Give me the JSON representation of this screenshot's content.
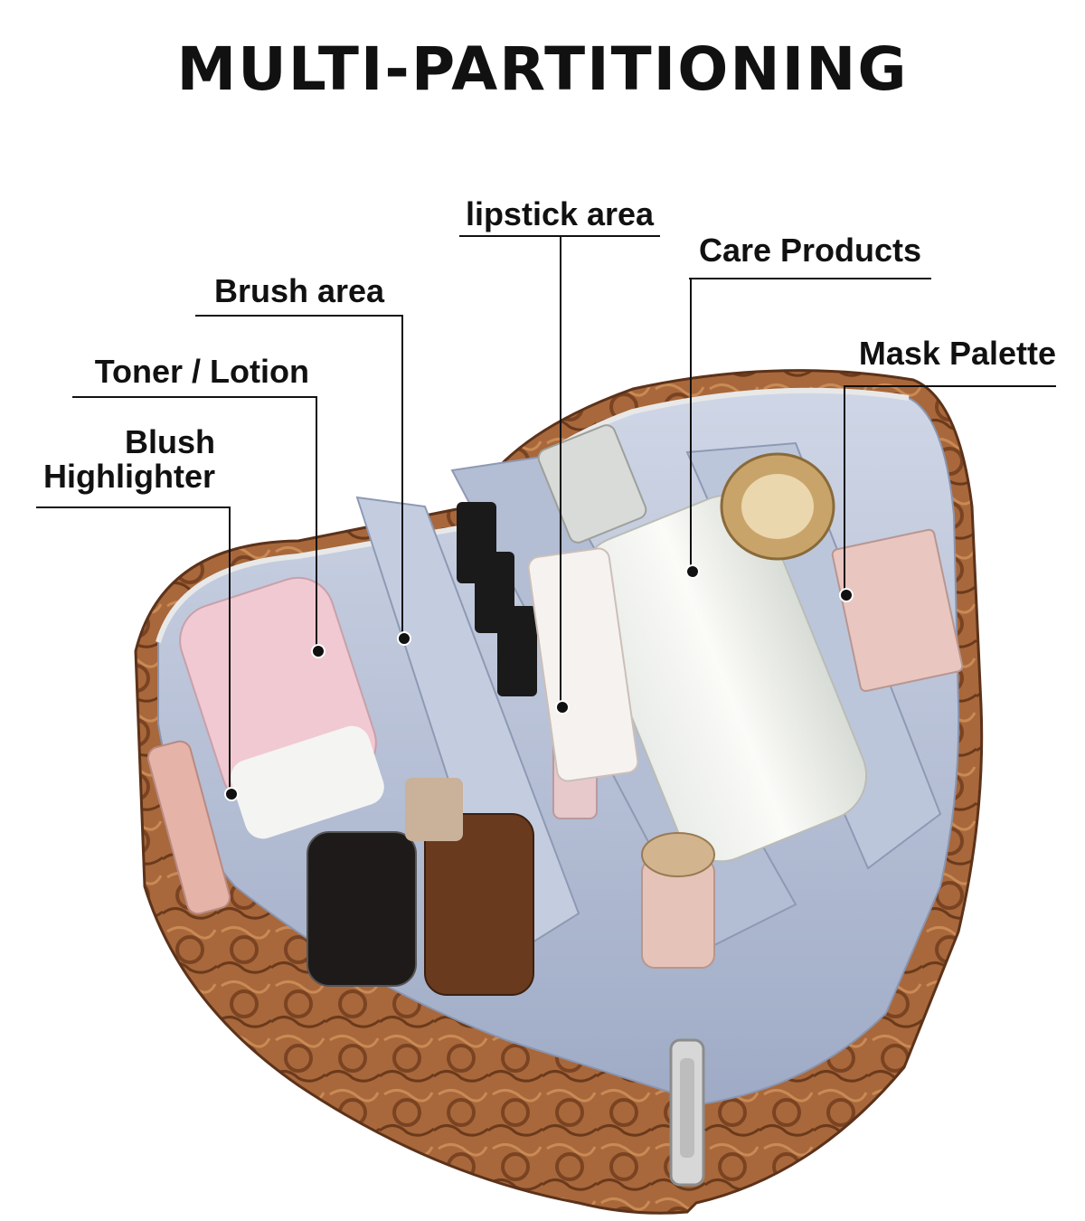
{
  "heading": "MULTI-PARTITIONING",
  "labels": {
    "lipstick": "lipstick area",
    "care": "Care Products",
    "brush": "Brush area",
    "mask": "Mask Palette",
    "toner": "Toner / Lotion",
    "blush_line1": "Blush",
    "blush_line2": "Highlighter"
  },
  "colors": {
    "text": "#111111",
    "lining": "#b9c3d8",
    "leather": "#a8683b",
    "leather_dark": "#7a4322"
  }
}
